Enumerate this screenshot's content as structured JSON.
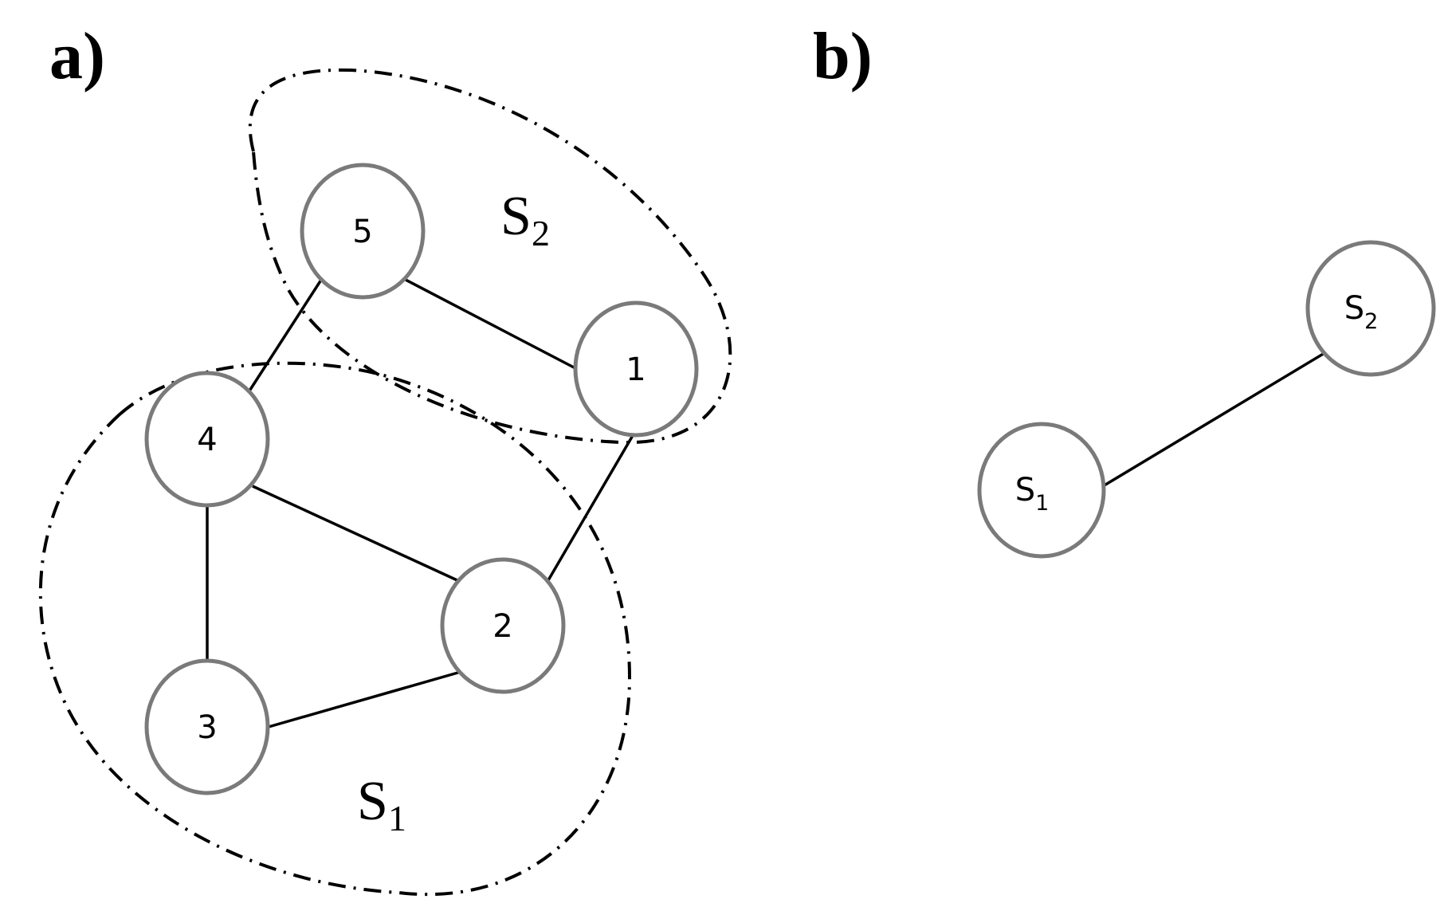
{
  "panels": {
    "a": {
      "label": "a)",
      "nodes": [
        {
          "id": "1",
          "label": "1"
        },
        {
          "id": "2",
          "label": "2"
        },
        {
          "id": "3",
          "label": "3"
        },
        {
          "id": "4",
          "label": "4"
        },
        {
          "id": "5",
          "label": "5"
        }
      ],
      "edges": [
        {
          "from": "5",
          "to": "1"
        },
        {
          "from": "5",
          "to": "4"
        },
        {
          "from": "4",
          "to": "2"
        },
        {
          "from": "4",
          "to": "3"
        },
        {
          "from": "3",
          "to": "2"
        },
        {
          "from": "2",
          "to": "1"
        }
      ],
      "groups": [
        {
          "id": "S1",
          "letter": "S",
          "sub": "1",
          "members": [
            "2",
            "3",
            "4"
          ]
        },
        {
          "id": "S2",
          "letter": "S",
          "sub": "2",
          "members": [
            "1",
            "5"
          ]
        }
      ]
    },
    "b": {
      "label": "b)",
      "nodes": [
        {
          "id": "S1",
          "letter": "S",
          "sub": "1"
        },
        {
          "id": "S2",
          "letter": "S",
          "sub": "2"
        }
      ],
      "edges": [
        {
          "from": "S1",
          "to": "S2"
        }
      ]
    }
  },
  "colors": {
    "node_stroke": "#7a7a7a",
    "edge": "#000000",
    "boundary": "#000000"
  }
}
